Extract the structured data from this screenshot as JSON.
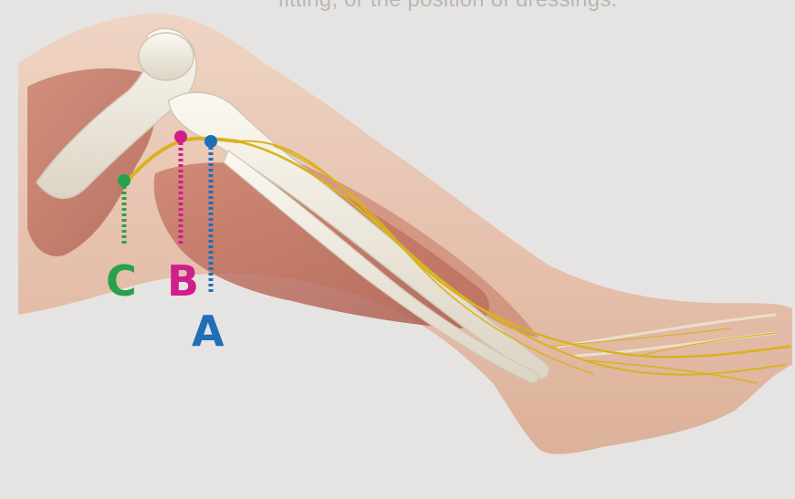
{
  "caption": "fitting, or the position of dressings.",
  "markers": [
    {
      "id": "A",
      "label": "A",
      "color": "#1f6fb8"
    },
    {
      "id": "B",
      "label": "B",
      "color": "#d11e8d"
    },
    {
      "id": "C",
      "label": "C",
      "color": "#27a24a"
    }
  ],
  "colors": {
    "background": "#e6e4e2",
    "skin": "#e7c2ad",
    "muscle": "#b9614f",
    "bone": "#f0ebe0",
    "nerve": "#d8b21f"
  }
}
